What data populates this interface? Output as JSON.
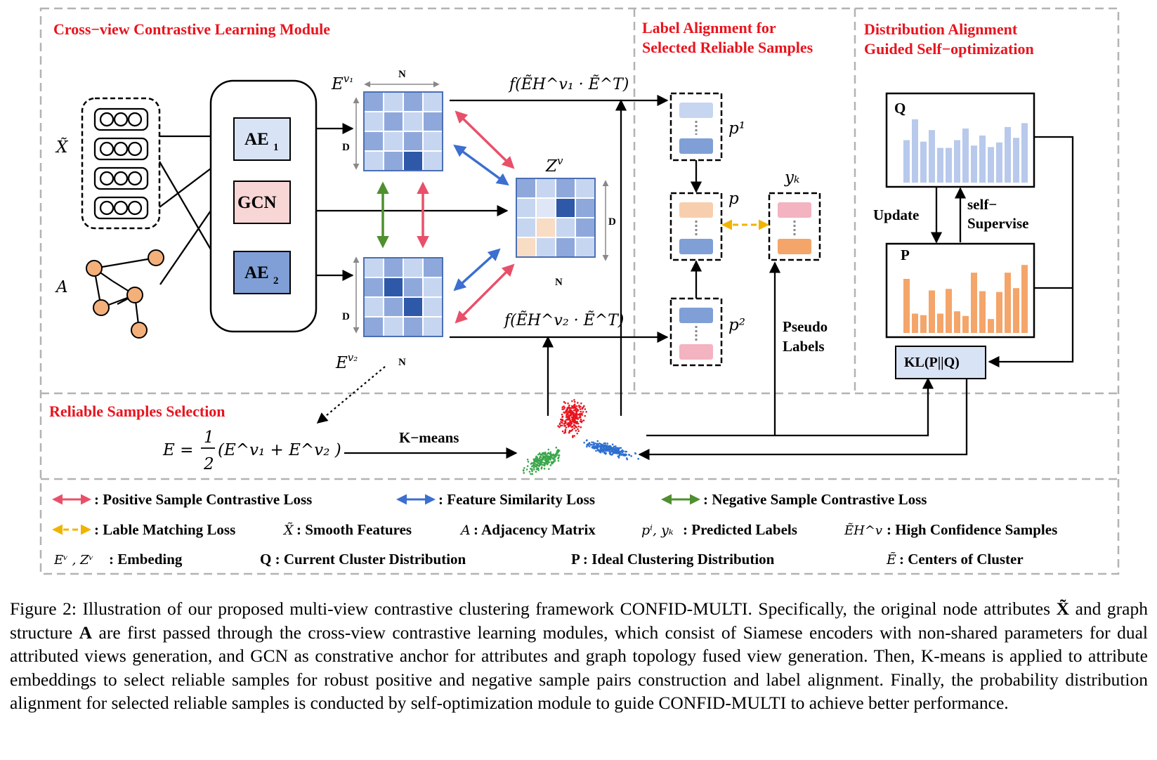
{
  "sections": {
    "cross_view": "Cross−view Contrastive Learning Module",
    "label_align_1": "Label Alignment for",
    "label_align_2": "Selected Reliable Samples",
    "dist_align_1": "Distribution Alignment",
    "dist_align_2": "Guided Self−optimization",
    "reliable": "Reliable Samples Selection"
  },
  "inputs": {
    "x_tilde": "X̃",
    "a": "A"
  },
  "encoders": {
    "ae1_base": "AE",
    "ae1_sub": "1",
    "gcn": "GCN",
    "ae2_base": "AE",
    "ae2_sub": "2"
  },
  "matrices": {
    "e1_base": "E",
    "e1_sup": "v₁",
    "e2_base": "E",
    "e2_sup": "v₂",
    "z_base": "Z",
    "z_sup": "v",
    "n": "N",
    "d": "D"
  },
  "formulas": {
    "f_top": "f(ẼH^v₁ · Ẽ^T)",
    "f_bottom": "f(ẼH^v₂ · Ẽ^T)",
    "e_avg_left": "E = ",
    "e_avg_num": "1",
    "e_avg_den": "2",
    "e_avg_right": "(E^v₁ + E^v₂ )"
  },
  "kmeans": "K−means",
  "preds": {
    "p1": "p¹",
    "p": "p",
    "p2": "p²",
    "yk": "yₖ"
  },
  "pseudo_1": "Pseudo",
  "pseudo_2": "Labels",
  "dist": {
    "q": "Q",
    "p": "P",
    "update": "Update",
    "self_1": "self−",
    "self_2": "Supervise",
    "kl": "KL(P||Q)"
  },
  "chart_data": [
    {
      "type": "bar",
      "title": "Q",
      "values": [
        0.55,
        0.82,
        0.53,
        0.68,
        0.45,
        0.45,
        0.55,
        0.7,
        0.48,
        0.61,
        0.46,
        0.52,
        0.72,
        0.58,
        0.77
      ]
    },
    {
      "type": "bar",
      "title": "P",
      "values": [
        0.7,
        0.25,
        0.23,
        0.55,
        0.25,
        0.57,
        0.28,
        0.22,
        0.78,
        0.54,
        0.18,
        0.53,
        0.78,
        0.58,
        0.88
      ]
    }
  ],
  "legend": {
    "pos": ": Positive Sample Contrastive Loss",
    "feat": ": Feature Similarity Loss",
    "neg": ": Negative Sample Contrastive Loss",
    "lab": ": Lable Matching Loss",
    "x_sym": "X̃",
    "x_txt": ": Smooth Features",
    "a_sym": "A",
    "a_txt": ": Adjacency Matrix",
    "p_sym": "pⁱ, yₖ",
    "p_txt": ": Predicted  Labels",
    "eh_sym": "ẼH^v",
    "eh_txt": ":  High Confidence Samples",
    "ez_sym": "Eᵛ , Zᵛ",
    "ez_txt": ": Embeding",
    "q_txt": "Q : Current Cluster Distribution",
    "p_dist_txt": "P : Ideal Clustering Distribution",
    "c_sym": "Ẽ",
    "c_txt": ":  Centers of Cluster"
  },
  "colors": {
    "red": "#e8141e",
    "blue_dark": "#2e58a8",
    "blue_mid": "#7f9fd6",
    "blue_light": "#c7d6f0",
    "orange": "#f4a56a",
    "pink": "#f3b3c0",
    "green": "#4f8f2f",
    "yellow": "#f0b400"
  },
  "caption": {
    "p1": "Figure 2: Illustration of our proposed multi-view contrastive clustering framework CONFID-MULTI. Specifically, the original node attributes ",
    "x": "X̃",
    "p2": " and graph structure ",
    "a": "A",
    "p3": " are first passed through the cross-view contrastive learning modules, which consist of Siamese encoders with non-shared parameters for dual attributed views generation, and GCN as constrative anchor for attributes and graph topology fused view generation. Then, K-means is applied to attribute embeddings to select reliable samples for robust positive and negative sample pairs construction and label alignment. Finally, the probability distribution alignment for selected reliable samples is conducted by self-optimization module to guide CONFID-MULTI to achieve better performance."
  }
}
